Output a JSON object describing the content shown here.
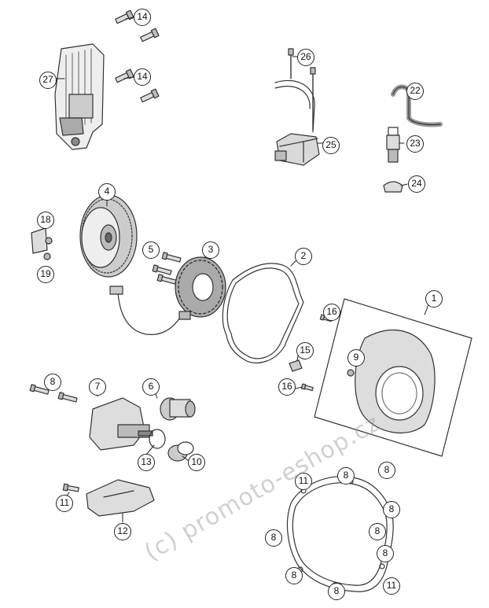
{
  "colors": {
    "line": "#333333",
    "fill_light": "#e8e8e8",
    "fill_mid": "#bdbdbd",
    "fill_dark": "#7a7a7a",
    "watermark": "#999999"
  },
  "callouts": [
    {
      "id": "14a",
      "label": "14",
      "part": "screw"
    },
    {
      "id": "14b",
      "label": "14",
      "part": "screw"
    },
    {
      "id": "27",
      "label": "27",
      "part": "regulator"
    },
    {
      "id": "26",
      "label": "26",
      "part": "screw"
    },
    {
      "id": "25",
      "label": "25",
      "part": "ignition-coil"
    },
    {
      "id": "22",
      "label": "22",
      "part": "spark-plug-cap"
    },
    {
      "id": "23",
      "label": "23",
      "part": "spark-plug"
    },
    {
      "id": "24",
      "label": "24",
      "part": "seal"
    },
    {
      "id": "4",
      "label": "4",
      "part": "flywheel"
    },
    {
      "id": "18",
      "label": "18",
      "part": "bracket"
    },
    {
      "id": "19",
      "label": "19",
      "part": "nut"
    },
    {
      "id": "5",
      "label": "5",
      "part": "screw"
    },
    {
      "id": "3",
      "label": "3",
      "part": "stator"
    },
    {
      "id": "2",
      "label": "2",
      "part": "gasket"
    },
    {
      "id": "1",
      "label": "1",
      "part": "ignition-cover"
    },
    {
      "id": "16a",
      "label": "16",
      "part": "screw"
    },
    {
      "id": "9",
      "label": "9",
      "part": "plug"
    },
    {
      "id": "15",
      "label": "15",
      "part": "clip"
    },
    {
      "id": "16b",
      "label": "16",
      "part": "screw"
    },
    {
      "id": "8a",
      "label": "8",
      "part": "screw"
    },
    {
      "id": "7",
      "label": "7",
      "part": "starter-motor"
    },
    {
      "id": "6",
      "label": "6",
      "part": "starter-drive"
    },
    {
      "id": "13",
      "label": "13",
      "part": "o-ring"
    },
    {
      "id": "10",
      "label": "10",
      "part": "bushing"
    },
    {
      "id": "11a",
      "label": "11",
      "part": "screw"
    },
    {
      "id": "12",
      "label": "12",
      "part": "guard"
    },
    {
      "id": "11b",
      "label": "11",
      "part": "screw"
    },
    {
      "id": "8b",
      "label": "8",
      "part": "screw"
    },
    {
      "id": "8c",
      "label": "8",
      "part": "screw"
    },
    {
      "id": "8d",
      "label": "8",
      "part": "screw"
    },
    {
      "id": "8e",
      "label": "8",
      "part": "screw"
    },
    {
      "id": "8f",
      "label": "8",
      "part": "screw"
    },
    {
      "id": "8g",
      "label": "8",
      "part": "screw"
    },
    {
      "id": "8h",
      "label": "8",
      "part": "screw"
    },
    {
      "id": "8i",
      "label": "8",
      "part": "screw"
    },
    {
      "id": "11c",
      "label": "11",
      "part": "screw"
    }
  ],
  "watermark": "(c) promoto-eshop.cz"
}
